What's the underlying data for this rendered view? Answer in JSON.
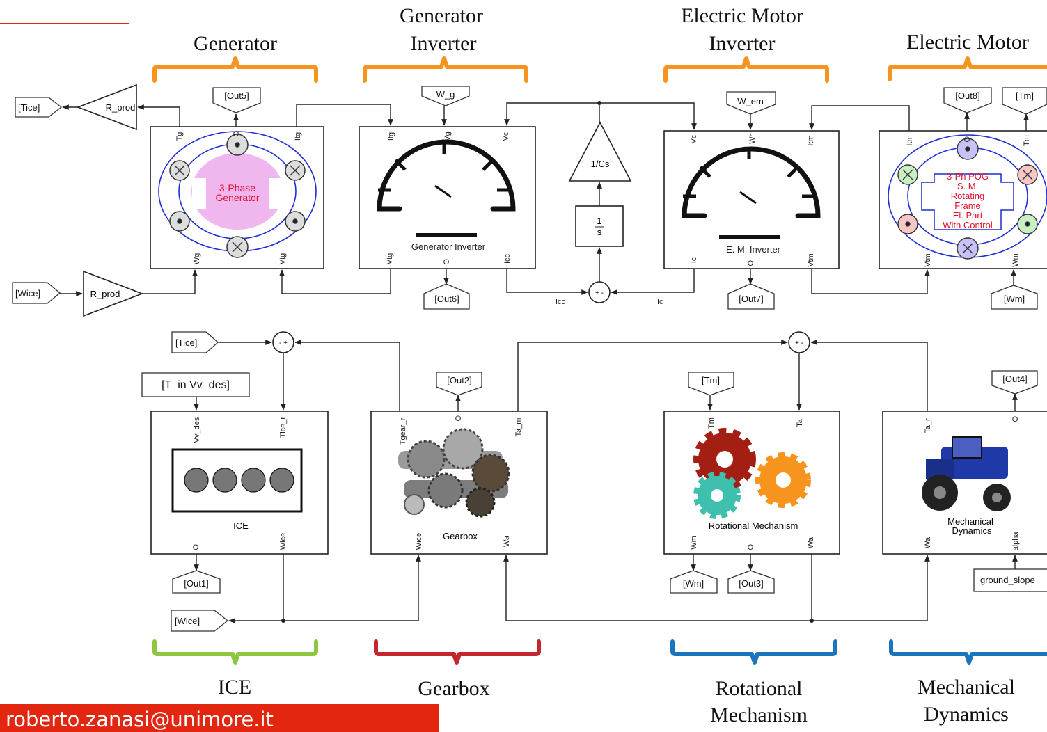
{
  "sections": {
    "generator": "Generator",
    "generator_inverter": [
      "Generator",
      "Inverter"
    ],
    "em_inverter": [
      "Electric Motor",
      "Inverter"
    ],
    "electric_motor": "Electric Motor",
    "ice": "ICE",
    "gearbox": "Gearbox",
    "rotational": [
      "Rotational",
      "Mechanism"
    ],
    "mechanical": [
      "Mechanical",
      "Dynamics"
    ]
  },
  "tags": {
    "tice_out": "[Tice]",
    "wice_in": "[Wice]",
    "out5": "[Out5]",
    "w_g": "W_g",
    "w_em": "W_em",
    "out8": "[Out8]",
    "tm_top": "[Tm]",
    "out6": "[Out6]",
    "out7": "[Out7]",
    "wm_r": "[Wm]",
    "tice_in": "[Tice]",
    "t_in": "[T_in Vv_des]",
    "out2": "[Out2]",
    "tm_mid": "[Tm]",
    "out4": "[Out4]",
    "out1": "[Out1]",
    "wice_out": "[Wice]",
    "wm_bot": "[Wm]",
    "out3": "[Out3]",
    "ground": "ground_slope"
  },
  "gains": {
    "r_prod_top": "R_prod",
    "r_prod_bot": "R_prod",
    "cap": "1/Cs"
  },
  "integrator": {
    "num": "1",
    "den": "s"
  },
  "signals": {
    "icc": "Icc",
    "ic": "Ic"
  },
  "ports": {
    "gen": {
      "tg": "Tg",
      "o": "O",
      "itg": "Itg",
      "wg": "Wg",
      "vtg": "Vtg"
    },
    "ginv": {
      "itg": "Itg",
      "vg": "Vg",
      "vc": "Vc",
      "vtg": "Vtg",
      "o": "O",
      "icc": "Icc"
    },
    "einv": {
      "vc": "Vc",
      "wr": "Wr",
      "itm": "Itm",
      "ic": "Ic",
      "o": "O",
      "vtm": "Vtm"
    },
    "em": {
      "itm": "Itm",
      "o": "O",
      "tm": "Tm",
      "vtm": "Vtm",
      "wm": "Wm"
    },
    "ice": {
      "vv": "Vv_des",
      "tice": "Tice_r",
      "o": "O",
      "wice": "Wice"
    },
    "gb": {
      "tgear": "Tgear_r",
      "o": "O",
      "tam": "Ta_m",
      "wice": "Wice",
      "wa": "Wa"
    },
    "rot": {
      "tm": "Tm",
      "ta": "Ta",
      "wm": "Wm",
      "o": "O",
      "wa": "Wa"
    },
    "mech": {
      "tar": "Ta_r",
      "o": "O",
      "wa": "Wa",
      "alpha": "alpha"
    }
  },
  "block_labels": {
    "gen_line1": "3-Phase",
    "gen_line2": "Generator",
    "ginv": "Generator Inverter",
    "einv": "E. M. Inverter",
    "em_lines": [
      "3-Ph POG",
      "S. M.",
      "Rotating",
      "Frame",
      "El. Part",
      "With Control"
    ],
    "ice": "ICE",
    "gearbox": "Gearbox",
    "rot": "Rotational Mechanism",
    "mech1": "Mechanical",
    "mech2": "Dynamics"
  },
  "sum_signs": {
    "mid": "+ -",
    "bot_left": "- +",
    "bot_right": "+ -"
  },
  "email": "roberto.zanasi@unimore.it",
  "colors": {
    "orange": "#f7941d",
    "green": "#8dc63f",
    "red": "#c1272d",
    "blue": "#1b75bc",
    "email_bg": "#e2260f"
  }
}
